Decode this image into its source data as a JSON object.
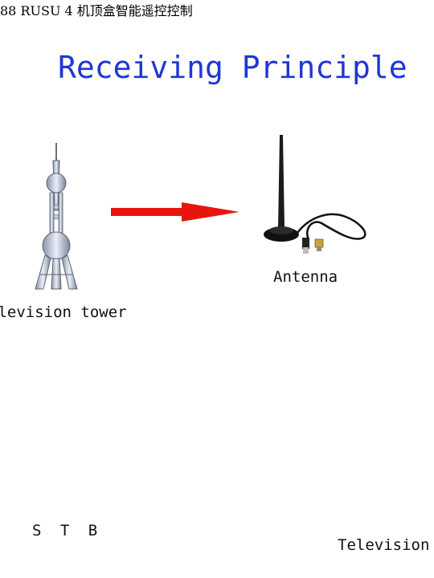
{
  "diagram": {
    "title": "Receiving Principle",
    "nodes": {
      "tower": "elevision tower",
      "antenna": "Antenna",
      "stb": "S T B",
      "television": "Television"
    },
    "stb_panel_text": "RUSU 4 机顶盒智能遥控控制",
    "arrow_color": "#e8150f",
    "title_color": "#1f37d6"
  }
}
